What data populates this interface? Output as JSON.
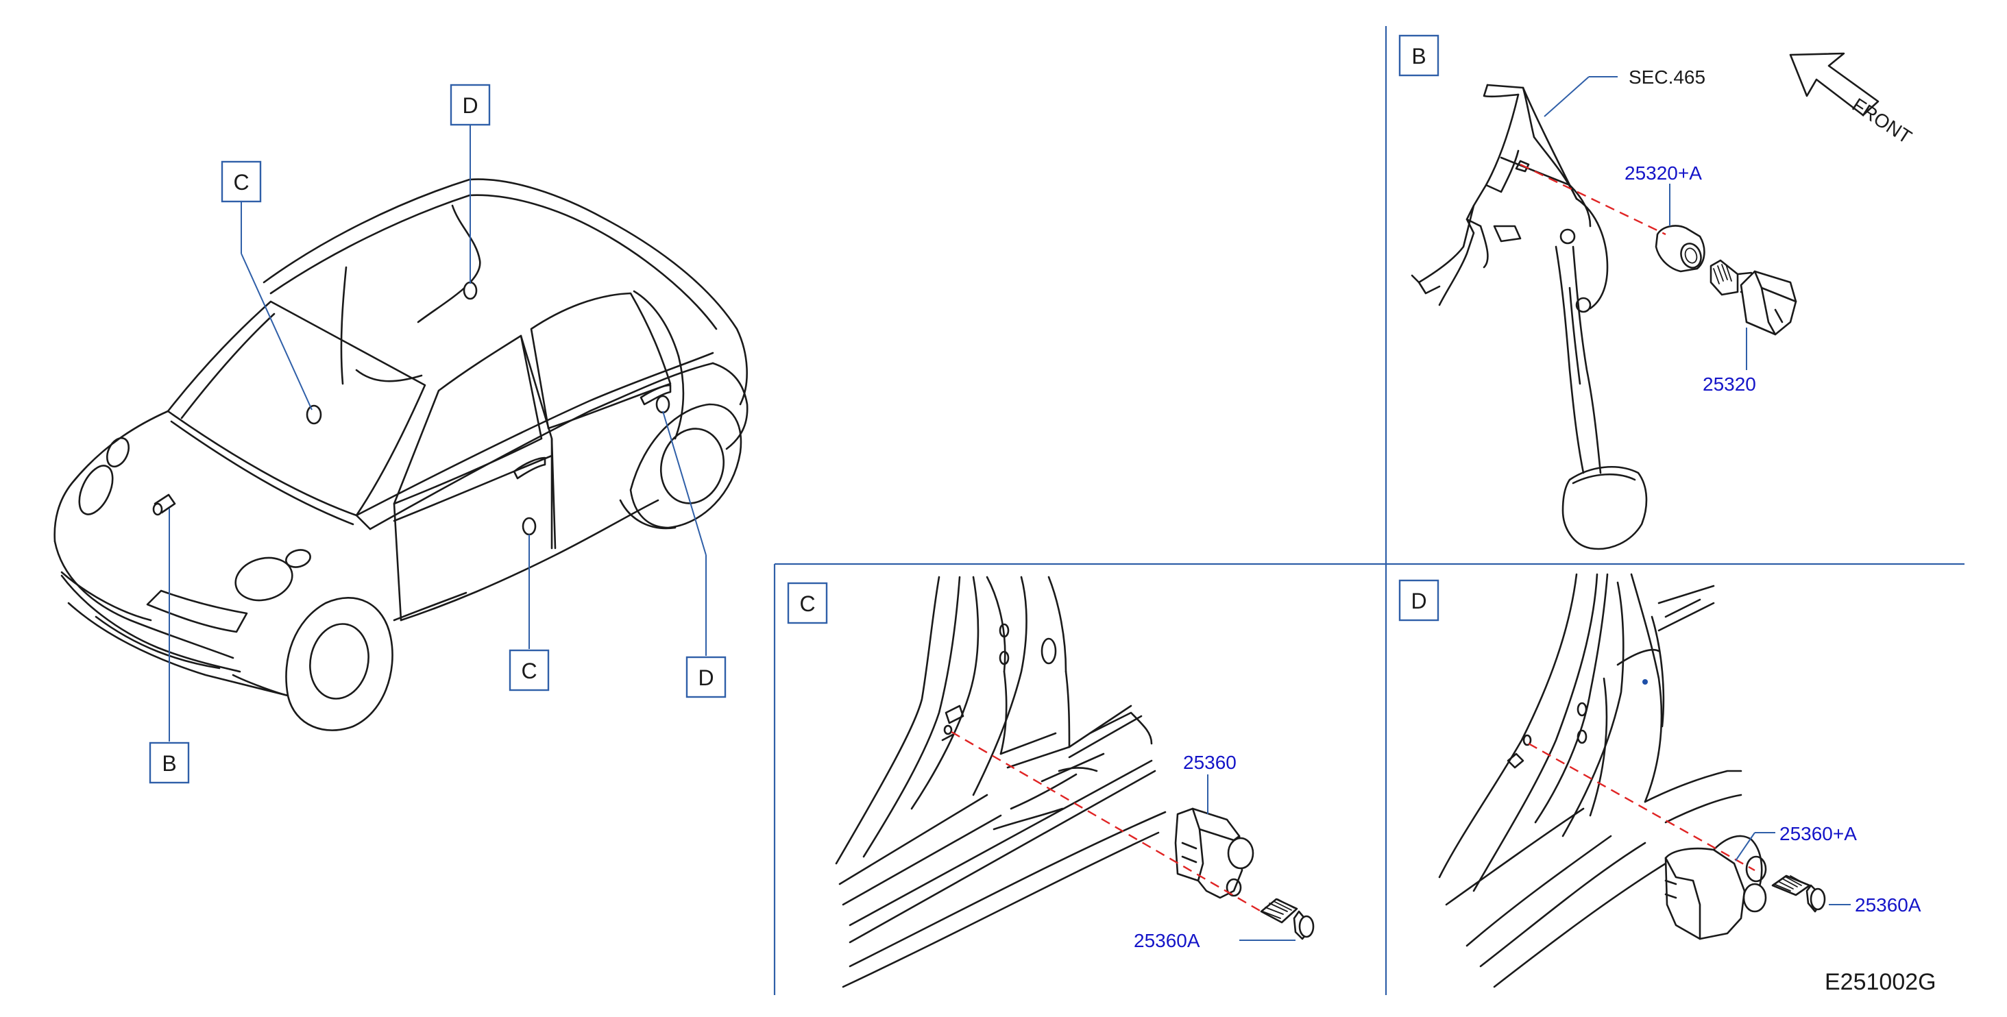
{
  "overview_callouts": {
    "b": "B",
    "c_top": "C",
    "c_bottom": "C",
    "d_top": "D",
    "d_bottom": "D"
  },
  "panel_b": {
    "tag": "B",
    "sec_ref": "SEC.465",
    "part_nut": "25320+A",
    "part_switch": "25320",
    "front_label": "FRONT"
  },
  "panel_c": {
    "tag": "C",
    "part_switch": "25360",
    "part_screw": "25360A"
  },
  "panel_d": {
    "tag": "D",
    "part_switch": "25360+A",
    "part_screw": "25360A"
  },
  "diagram_code": "E251002G"
}
